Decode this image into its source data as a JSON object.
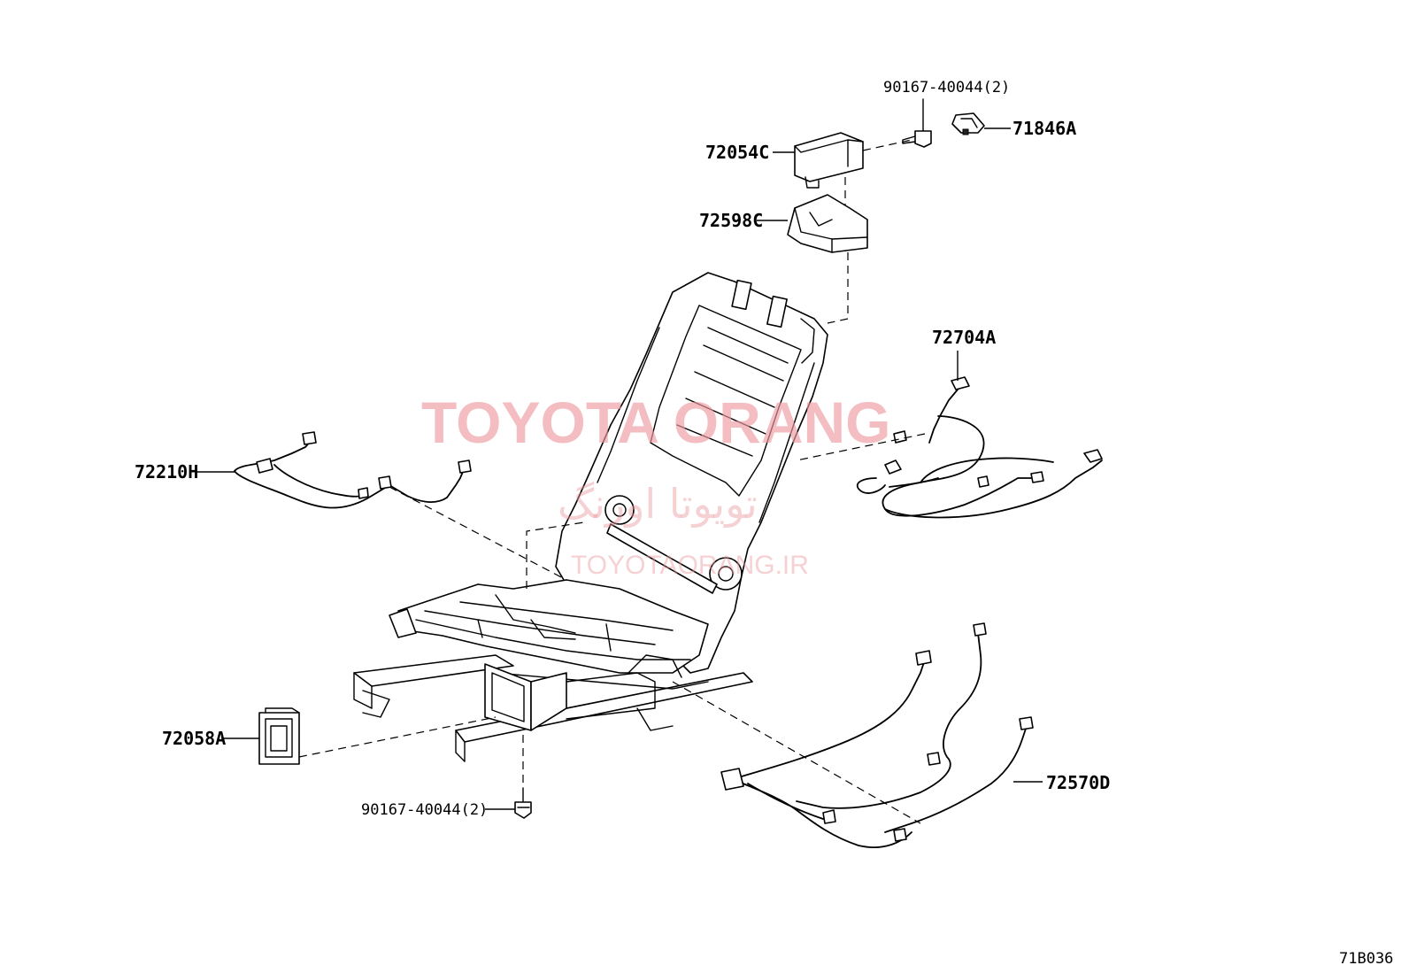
{
  "diagram": {
    "labels": {
      "bolt_top": "90167-40044(2)",
      "p71846a": "71846A",
      "p72054c": "72054C",
      "p72598c": "72598C",
      "p72704a": "72704A",
      "p72210h": "72210H",
      "p72058a": "72058A",
      "bolt_bottom": "90167-40044(2)",
      "p72570d": "72570D"
    },
    "code": "71B036"
  },
  "watermark": {
    "brand": "TOYOTA ORANG",
    "persian": "تویوتا اورنگ",
    "url": "TOYOTAORANG.IR"
  },
  "colors": {
    "line": "#000000",
    "background": "#ffffff",
    "watermark": "#ec9aa0"
  }
}
